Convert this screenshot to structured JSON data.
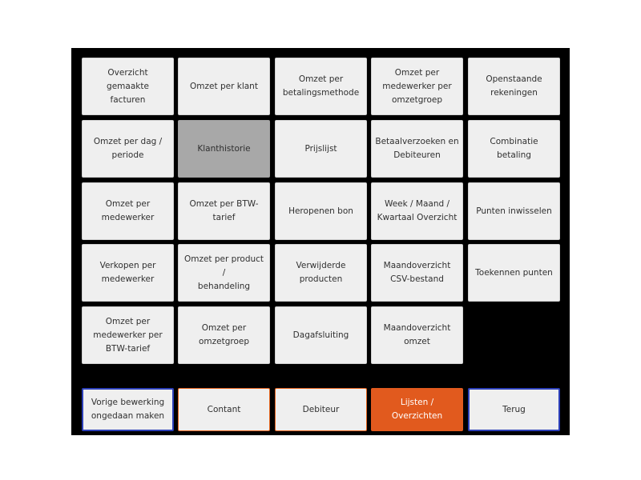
{
  "menu": {
    "items": [
      {
        "label": "Overzicht gemaakte\nfacturen"
      },
      {
        "label": "Omzet per klant"
      },
      {
        "label": "Omzet per\nbetalingsmethode"
      },
      {
        "label": "Omzet per\nmedewerker per\nomzetgroep"
      },
      {
        "label": "Openstaande\nrekeningen"
      },
      {
        "label": "Omzet per dag /\nperiode"
      },
      {
        "label": "Klanthistorie",
        "selected": true
      },
      {
        "label": "Prijslijst"
      },
      {
        "label": "Betaalverzoeken en\nDebiteuren"
      },
      {
        "label": "Combinatie betaling"
      },
      {
        "label": "Omzet per\nmedewerker"
      },
      {
        "label": "Omzet per BTW-\ntarief"
      },
      {
        "label": "Heropenen bon"
      },
      {
        "label": "Week / Maand /\nKwartaal Overzicht"
      },
      {
        "label": "Punten inwisselen"
      },
      {
        "label": "Verkopen per\nmedewerker"
      },
      {
        "label": "Omzet per product /\nbehandeling"
      },
      {
        "label": "Verwijderde\nproducten"
      },
      {
        "label": "Maandoverzicht\nCSV-bestand"
      },
      {
        "label": "Toekennen punten"
      },
      {
        "label": "Omzet per\nmedewerker per\nBTW-tarief"
      },
      {
        "label": "Omzet per\nomzetgroep"
      },
      {
        "label": "Dagafsluiting"
      },
      {
        "label": "Maandoverzicht\nomzet"
      }
    ]
  },
  "bottom_bar": {
    "undo": "Vorige bewerking\nongedaan maken",
    "cash": "Contant",
    "debtor": "Debiteur",
    "lists": "Lijsten /\nOverzichten",
    "back": "Terug"
  },
  "colors": {
    "panel": "#000000",
    "tile": "#efefef",
    "selected_tile": "#a8a8a8",
    "accent_orange": "#e15a1e",
    "accent_blue": "#2c3fb8"
  }
}
